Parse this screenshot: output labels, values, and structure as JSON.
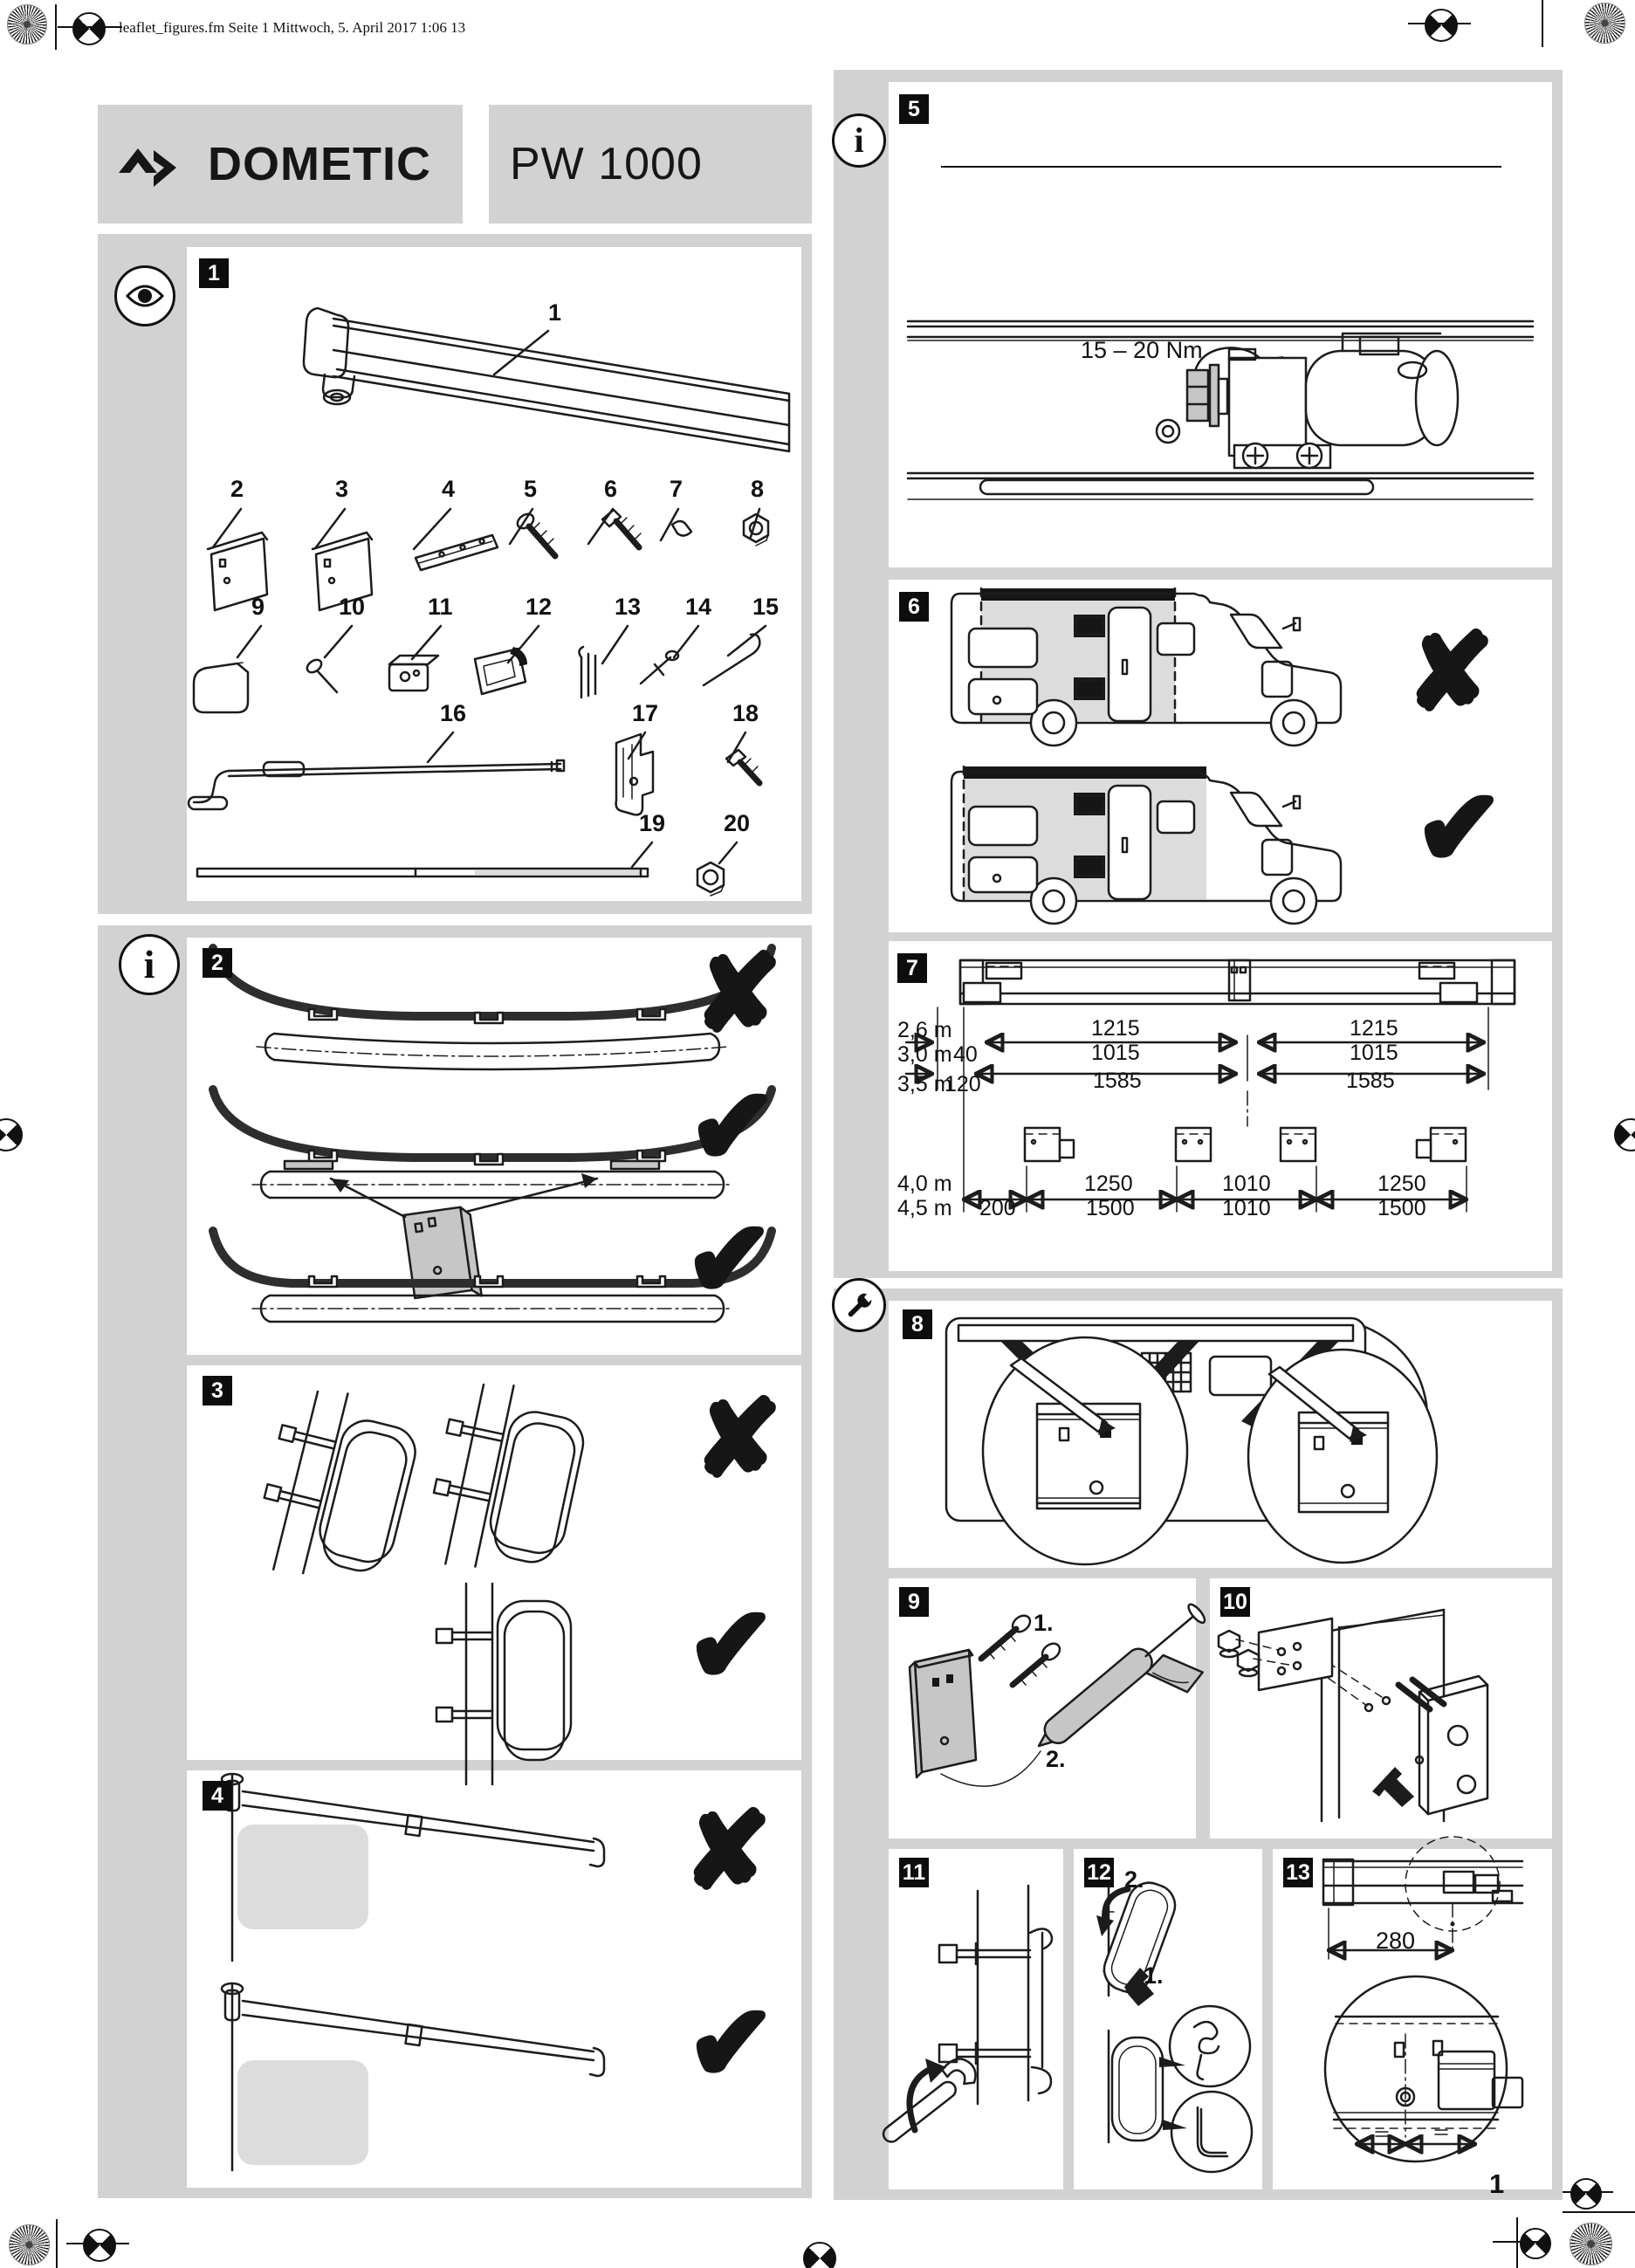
{
  "page": {
    "header_line": "leaflet_figures.fm  Seite 1  Mittwoch, 5. April 2017  1:06 13",
    "page_number": "1"
  },
  "brand": {
    "logo_text": "DOMETIC",
    "model": "PW 1000"
  },
  "marks": {
    "cross": "✘",
    "check": "✔"
  },
  "colors": {
    "panel_gray": "#d2d2d2",
    "ink": "#1c1c1c"
  },
  "icons": [
    "eye-icon",
    "info-icon",
    "wrench-icon"
  ],
  "panels": {
    "p1": {
      "badge": "1",
      "labels": {
        "l1": "1",
        "l2": "2",
        "l3": "3",
        "l4": "4",
        "l5": "5",
        "l6": "6",
        "l7": "7",
        "l8": "8",
        "l9": "9",
        "l10": "10",
        "l11": "11",
        "l12": "12",
        "l13": "13",
        "l14": "14",
        "l15": "15",
        "l16": "16",
        "l17": "17",
        "l18": "18",
        "l19": "19",
        "l20": "20"
      }
    },
    "p2": {
      "badge": "2"
    },
    "p3": {
      "badge": "3"
    },
    "p4": {
      "badge": "4"
    },
    "p5": {
      "badge": "5",
      "torque": "15 – 20 Nm"
    },
    "p6": {
      "badge": "6"
    },
    "p7": {
      "badge": "7",
      "left_labels": {
        "r1": "2,6 m",
        "r2": "3,0 m",
        "r3": "3,5 m",
        "r4": "4,0 m",
        "r5": "4,5 m"
      },
      "offsets": {
        "o1": "40",
        "o2": "120",
        "o3": "200"
      },
      "top_dims": {
        "a1": "1215",
        "a2": "1215",
        "b1": "1015",
        "b2": "1015",
        "c1": "1585",
        "c2": "1585"
      },
      "bottom_dims": {
        "d1": "1250",
        "d2": "1010",
        "d3": "1250",
        "e1": "1500",
        "e2": "1010",
        "e3": "1500"
      }
    },
    "p8": {
      "badge": "8"
    },
    "p9": {
      "badge": "9",
      "step1": "1.",
      "step2": "2."
    },
    "p10": {
      "badge": "10"
    },
    "p11": {
      "badge": "11"
    },
    "p12": {
      "badge": "12",
      "step1": "1.",
      "step2": "2."
    },
    "p13": {
      "badge": "13",
      "dim280": "280"
    }
  }
}
